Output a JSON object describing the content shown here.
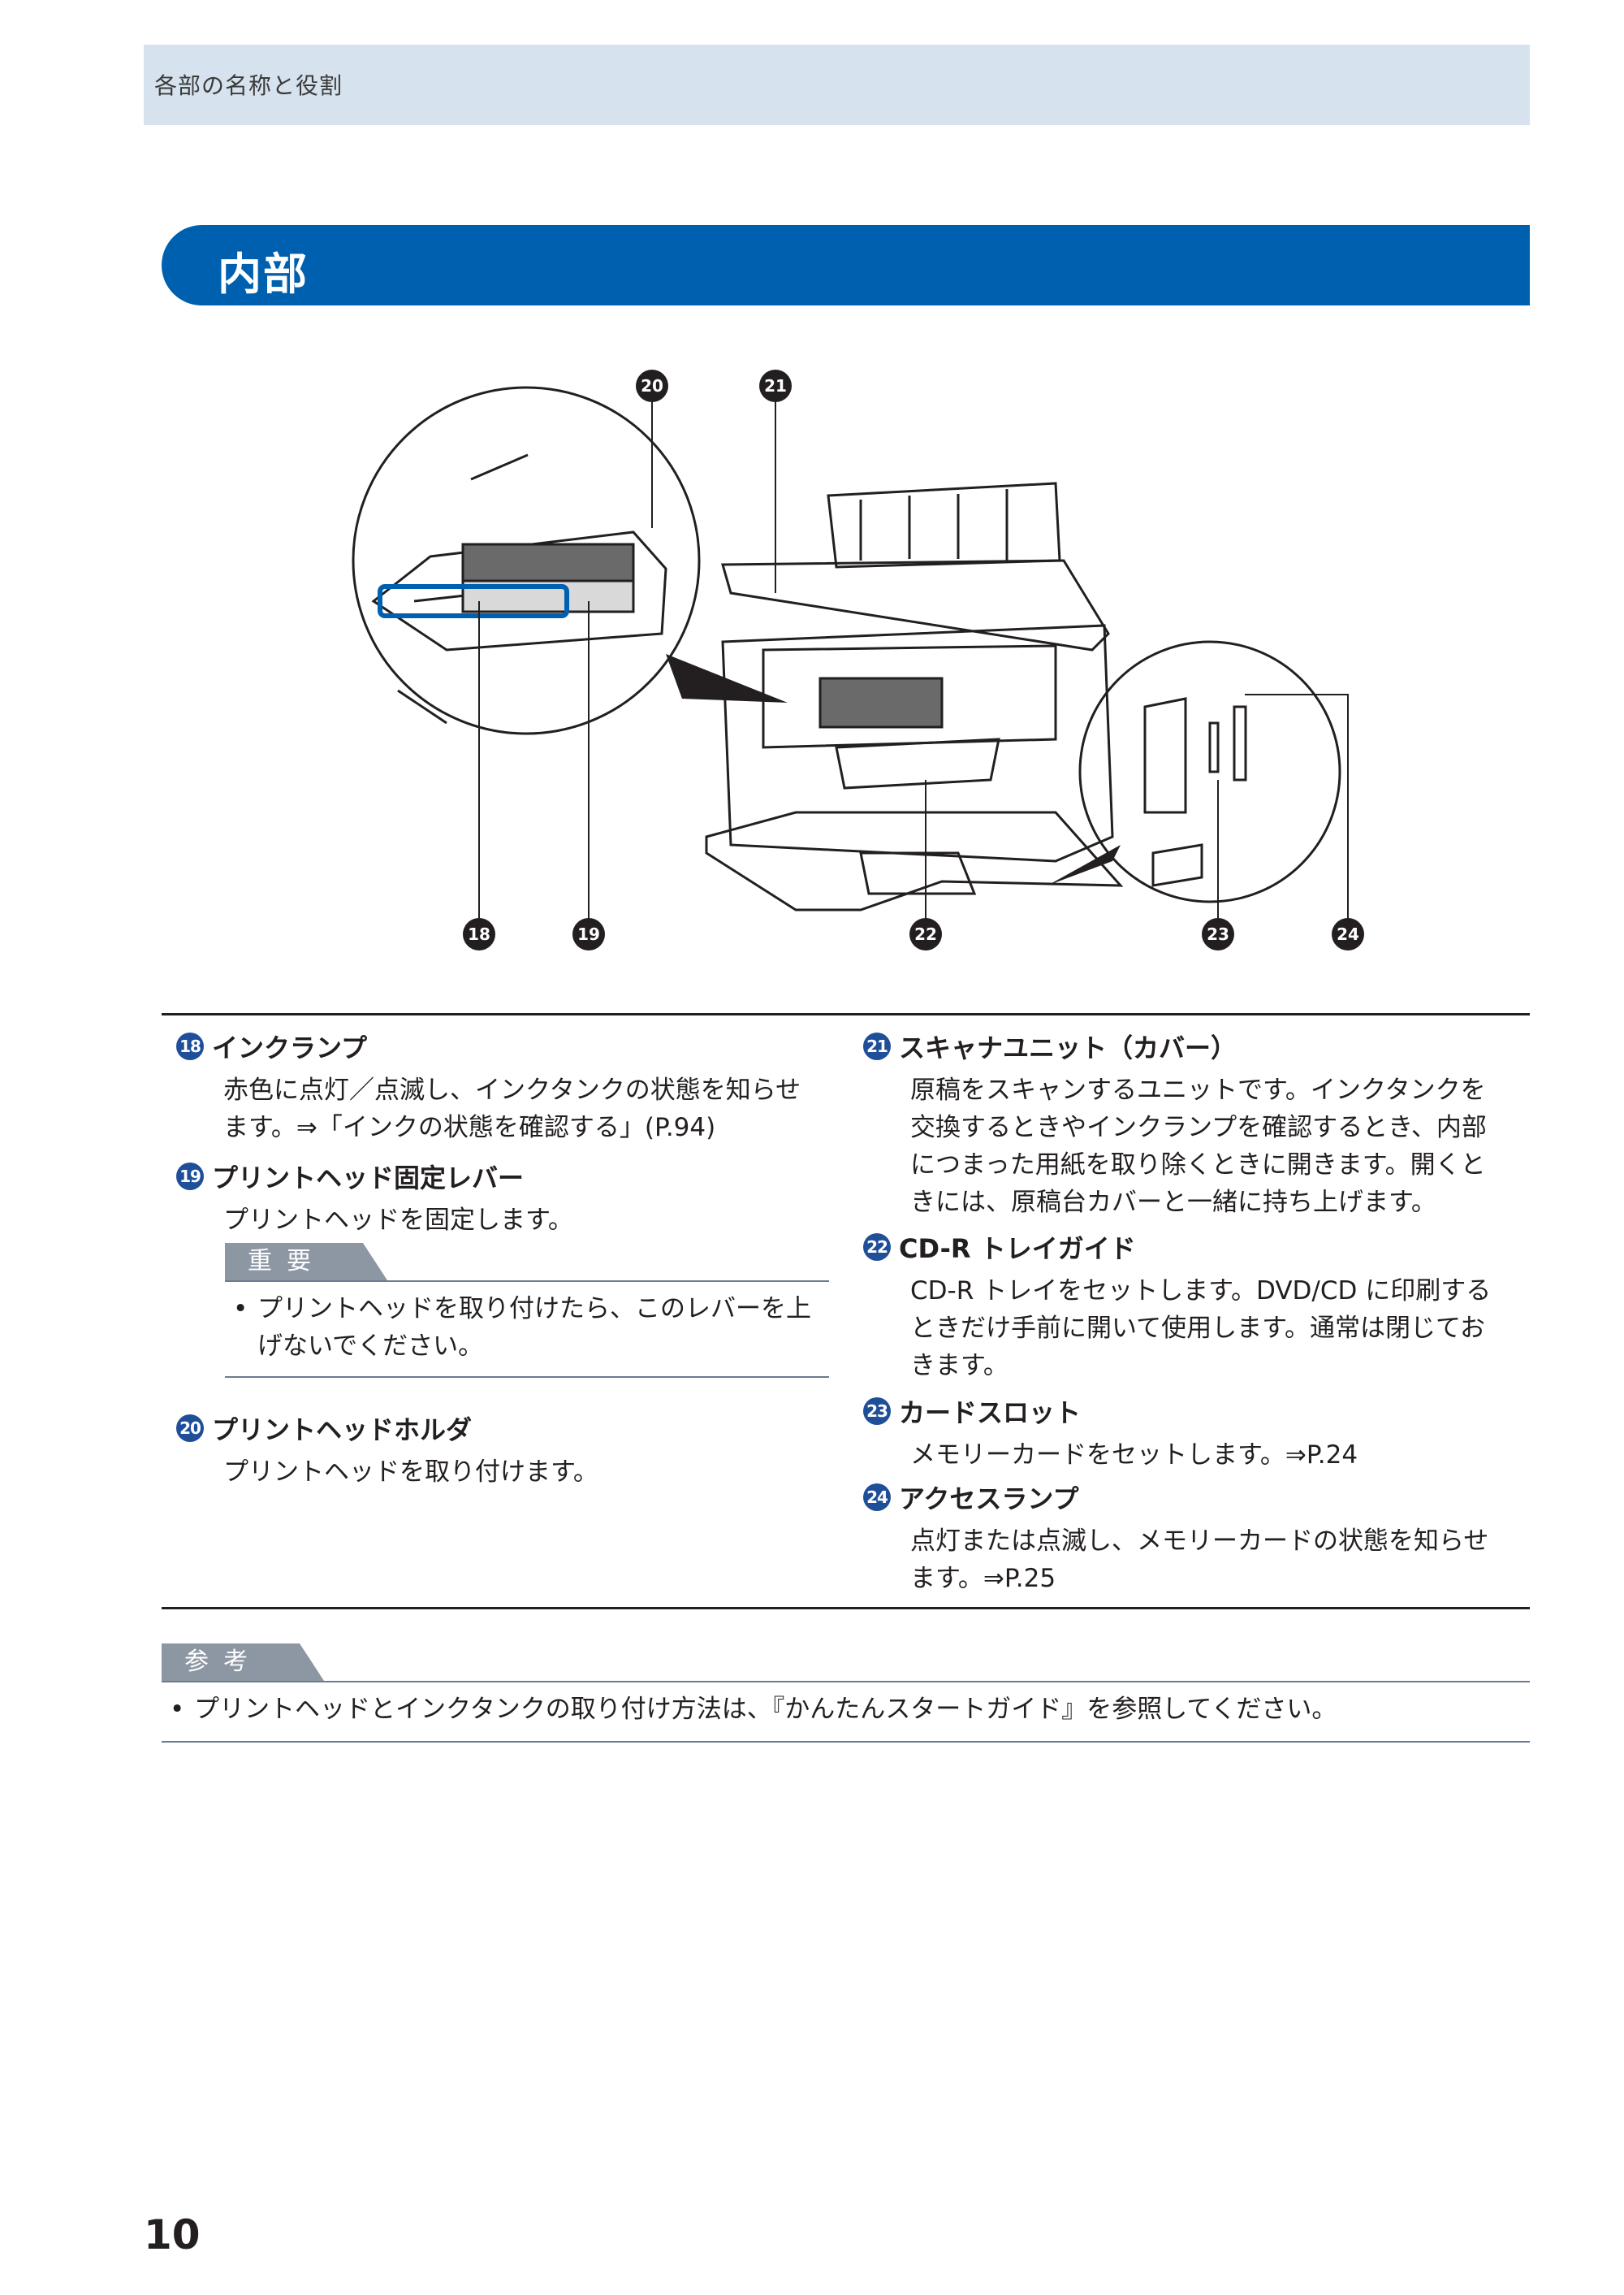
{
  "header": {
    "breadcrumb": "各部の名称と役割"
  },
  "section": {
    "title": "内部"
  },
  "figure": {
    "callouts": [
      "⑳",
      "㉑",
      "⑱",
      "⑲",
      "㉒",
      "㉓",
      "㉔"
    ]
  },
  "items": [
    {
      "num": "18",
      "title": "インクランプ",
      "lines": [
        "赤色に点灯／点滅し、インクタンクの状態を知らせ",
        "ます。⇒「インクの状態を確認する」(P.94)"
      ]
    },
    {
      "num": "19",
      "title": "プリントヘッド固定レバー",
      "lines": [
        "プリントヘッドを固定します。"
      ]
    },
    {
      "num": "20",
      "title": "プリントヘッドホルダ",
      "lines": [
        "プリントヘッドを取り付けます。"
      ]
    },
    {
      "num": "21",
      "title": "スキャナユニット（カバー）",
      "lines": [
        "原稿をスキャンするユニットです。インクタンクを",
        "交換するときやインクランプを確認するとき、内部",
        "につまった用紙を取り除くときに開きます。開くと",
        "きには、原稿台カバーと一緒に持ち上げます。"
      ]
    },
    {
      "num": "22",
      "title": "CD-R トレイガイド",
      "lines": [
        "CD-R トレイをセットします。DVD/CD に印刷する",
        "ときだけ手前に開いて使用します。通常は閉じてお",
        "きます。"
      ]
    },
    {
      "num": "23",
      "title": "カードスロット",
      "lines": [
        "メモリーカードをセットします。⇒P.24"
      ]
    },
    {
      "num": "24",
      "title": "アクセスランプ",
      "lines": [
        "点灯または点滅し、メモリーカードの状態を知らせ",
        "ます。⇒P.25"
      ]
    }
  ],
  "important": {
    "tag": "重要",
    "bullet": "•",
    "lines": [
      "プリントヘッドを取り付けたら、このレバーを上",
      "げないでください。"
    ]
  },
  "reference": {
    "tag": "参考",
    "bullet": "•",
    "text": "プリントヘッドとインクタンクの取り付け方法は、『かんたんスタートガイド』を参照してください。"
  },
  "page": {
    "number": "10"
  },
  "colors": {
    "accent_blue": "#0060b0",
    "band": "#d6e2ee",
    "tag_gray": "#8d97a4"
  }
}
